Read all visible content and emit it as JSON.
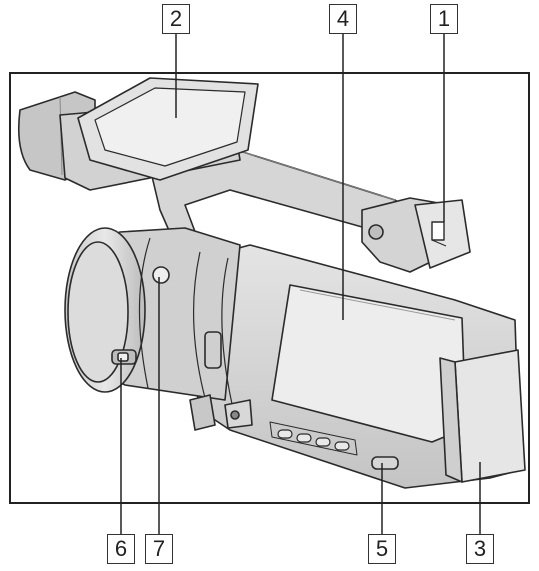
{
  "callouts": {
    "c1": "1",
    "c2": "2",
    "c3": "3",
    "c4": "4",
    "c5": "5",
    "c6": "6",
    "c7": "7"
  },
  "colors": {
    "outline": "#2b2b2b",
    "body_fill": "#d9d9d9",
    "body_light": "#ebebeb",
    "body_dark": "#bdbdbd",
    "frame": "#222222"
  }
}
